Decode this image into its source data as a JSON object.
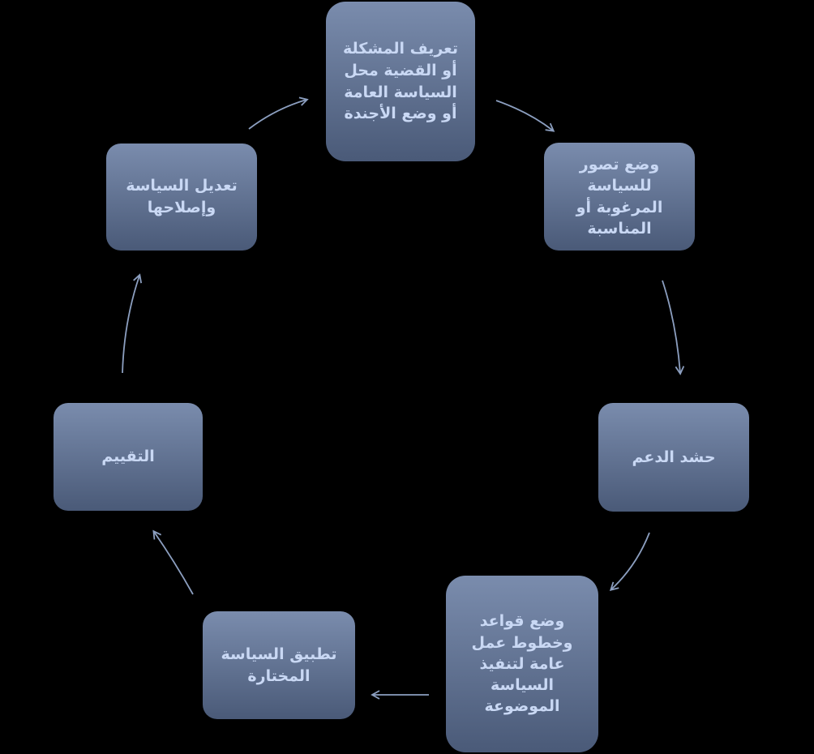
{
  "diagram": {
    "type": "cycle",
    "colors": {
      "background": "#000000",
      "node_fill_top": "#7a8cad",
      "node_fill_bottom": "#4a5a78",
      "text": "#c9d8f4",
      "arrow": "#8c9fc0"
    },
    "nodes": [
      {
        "id": "n1",
        "label": "تعريف المشكلة\nأو القضية محل\nالسياسة العامة\nأو وضع الأجندة"
      },
      {
        "id": "n2",
        "label": "وضع تصور\nللسياسة\nالمرغوبة أو\nالمناسبة"
      },
      {
        "id": "n3",
        "label": "حشد الدعم"
      },
      {
        "id": "n4",
        "label": "وضع قواعد\nوخطوط عمل\nعامة لتنفيذ\nالسياسة\nالموضوعة"
      },
      {
        "id": "n5",
        "label": "تطبيق السياسة\nالمختارة"
      },
      {
        "id": "n6",
        "label": "التقييم"
      },
      {
        "id": "n7",
        "label": "تعديل السياسة\nوإصلاحها"
      }
    ],
    "edges": [
      {
        "from": "n1",
        "to": "n2"
      },
      {
        "from": "n2",
        "to": "n3"
      },
      {
        "from": "n3",
        "to": "n4"
      },
      {
        "from": "n4",
        "to": "n5"
      },
      {
        "from": "n5",
        "to": "n6"
      },
      {
        "from": "n6",
        "to": "n7"
      },
      {
        "from": "n7",
        "to": "n1"
      }
    ]
  }
}
